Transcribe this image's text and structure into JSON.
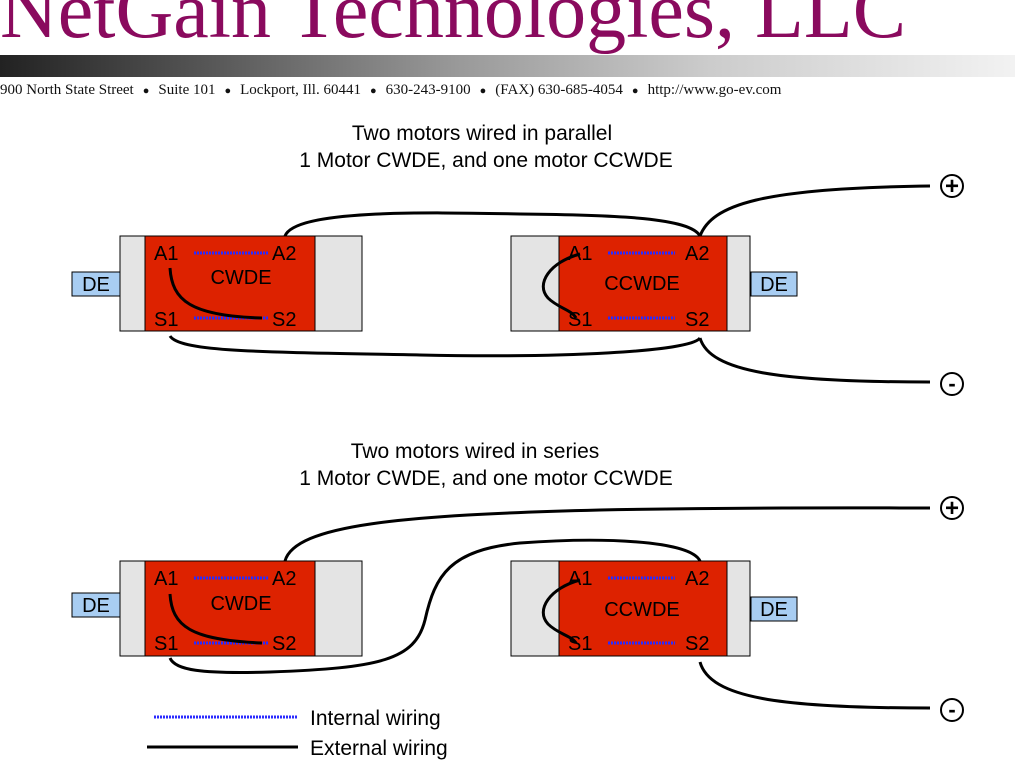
{
  "header": {
    "company": "NetGain Technologies, LLC",
    "address": [
      "900 North State Street",
      "Suite 101",
      "Lockport, Ill. 60441",
      "630-243-9100",
      "(FAX) 630-685-4054",
      "http://www.go-ev.com"
    ],
    "separator": "●"
  },
  "parallel": {
    "heading_line1": "Two motors wired in parallel",
    "heading_line2": "1 Motor CWDE, and one motor CCWDE",
    "motor1": {
      "a1": "A1",
      "a2": "A2",
      "s1": "S1",
      "s2": "S2",
      "name": "CWDE",
      "de": "DE"
    },
    "motor2": {
      "a1": "A1",
      "a2": "A2",
      "s1": "S1",
      "s2": "S2",
      "name": "CCWDE",
      "de": "DE"
    },
    "plus": "+",
    "minus": "-"
  },
  "series": {
    "heading_line1": "Two motors wired in series",
    "heading_line2": "1 Motor CWDE, and one motor CCWDE",
    "motor1": {
      "a1": "A1",
      "a2": "A2",
      "s1": "S1",
      "s2": "S2",
      "name": "CWDE",
      "de": "DE"
    },
    "motor2": {
      "a1": "A1",
      "a2": "A2",
      "s1": "S1",
      "s2": "S2",
      "name": "CCWDE",
      "de": "DE"
    },
    "plus": "+",
    "minus": "-"
  },
  "legend": {
    "internal": "Internal wiring",
    "external": "External wiring"
  },
  "colors": {
    "brand": "#8a0a5e",
    "motor_body": "#dd2200",
    "motor_end": "#e4e4e4",
    "de_box": "#a8cdf2",
    "internal_wire": "#2a2aff"
  }
}
